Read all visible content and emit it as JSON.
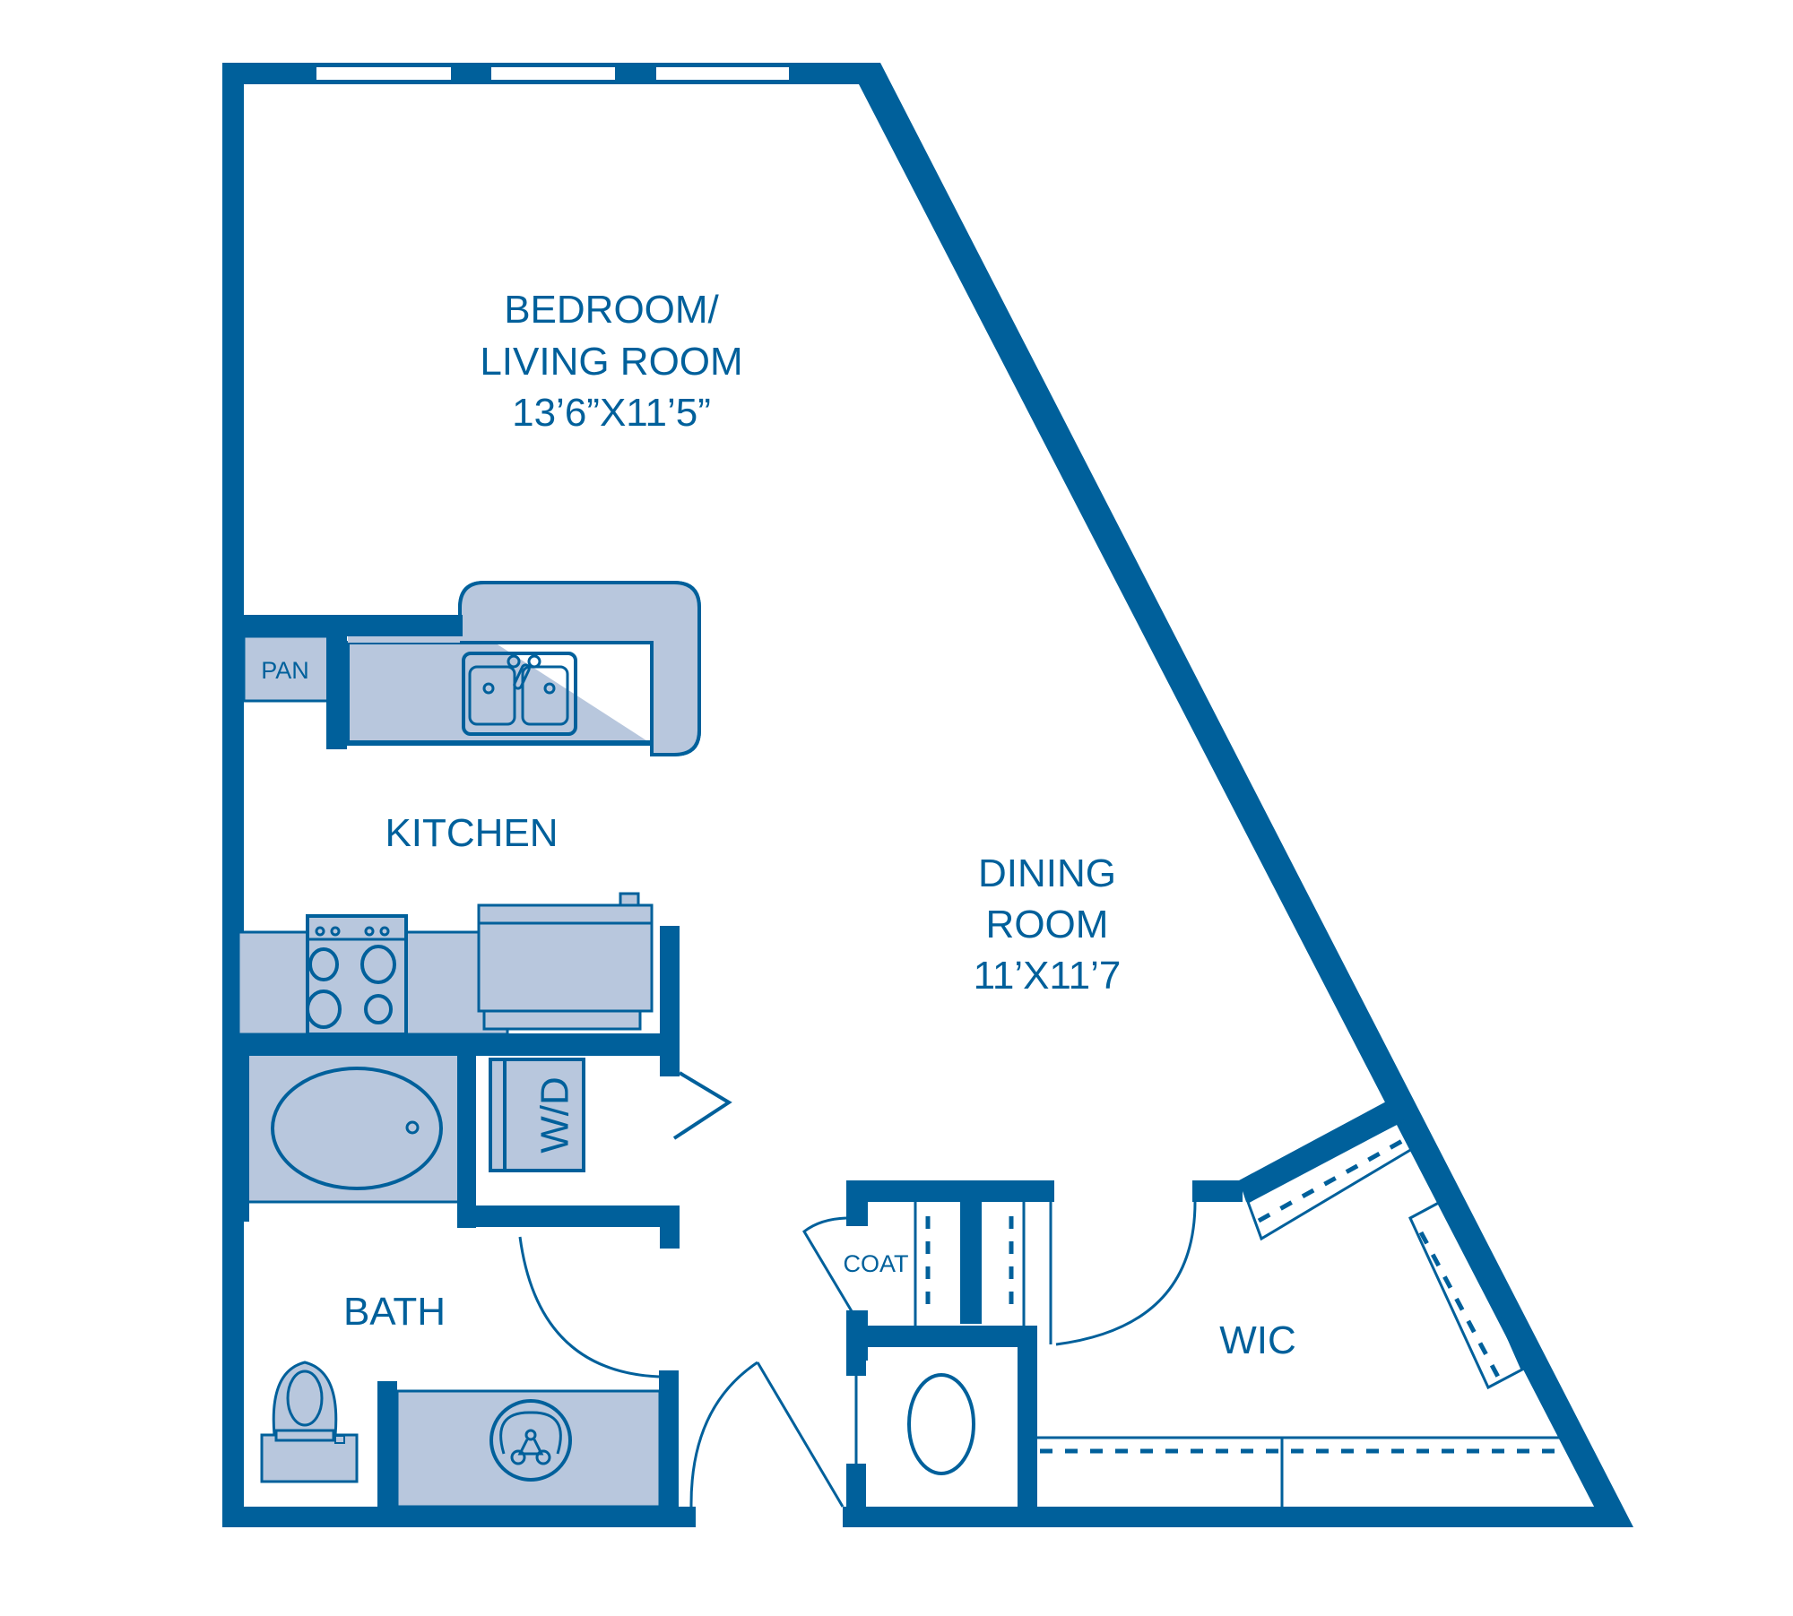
{
  "colors": {
    "wall": "#00609b",
    "fixture_fill": "#b8c7dd",
    "background": "#ffffff"
  },
  "rooms": {
    "bedroom": {
      "line1": "BEDROOM/",
      "line2": "LIVING ROOM",
      "dimensions": "13’6”X11’5”"
    },
    "dining": {
      "line1": "DINING",
      "line2": "ROOM",
      "dimensions": "11’X11’7"
    },
    "kitchen": {
      "label": "KITCHEN"
    },
    "pantry": {
      "label": "PAN"
    },
    "bath": {
      "label": "BATH"
    },
    "washer_dryer": {
      "label": "W/D"
    },
    "coat": {
      "label": "COAT"
    },
    "wic": {
      "label": "WIC"
    }
  }
}
